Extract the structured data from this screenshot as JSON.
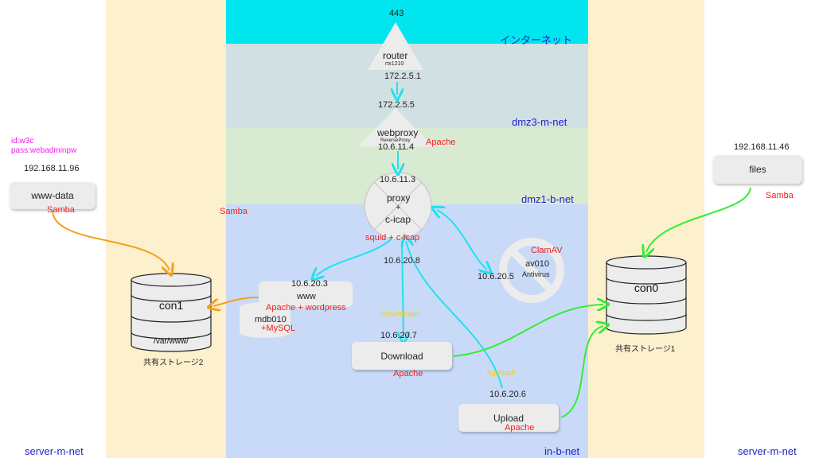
{
  "zones": {
    "internet": "インターネット",
    "dmz3": "dmz3-m-net",
    "dmz1": "dmz1-b-net",
    "inb": "in-b-net",
    "server_left": "server-m-net",
    "server_right": "server-m-net"
  },
  "router": {
    "port": "443",
    "name": "router",
    "model": "rtx1210",
    "ip_out": "172.2.5.1"
  },
  "webproxy": {
    "ip_in": "172.2.5.5",
    "name": "webproxy",
    "sub": "ReverseProxy",
    "ip_out": "10.6.11.4",
    "service": "Apache"
  },
  "proxy": {
    "ip": "10.6.11.3",
    "line1": "proxy",
    "line2": "+",
    "line3": "c-icap",
    "service": "squid + c-icap",
    "ip_out": "10.6.20.8"
  },
  "av": {
    "service": "ClamAV",
    "name": "av010",
    "sub": "Antivirus",
    "ip": "10.6.20.5"
  },
  "www": {
    "ip": "10.6.20.3",
    "name": "www",
    "service": "Apache + wordpress",
    "db_name": "mdb010",
    "db_service": "+MySQL"
  },
  "download": {
    "path": "/download/",
    "ip": "10.6.20.7",
    "label": "Download",
    "service": "Apache"
  },
  "upload": {
    "path": "/upload/",
    "ip": "10.6.20.6",
    "label": "Upload",
    "service": "Apache"
  },
  "wwwdata": {
    "cred_id": "id:w3c",
    "cred_pass": "pass:webadminpw",
    "ip": "192.168.11.96",
    "label": "www-data",
    "service": "Samba"
  },
  "files": {
    "ip": "192.168.11.46",
    "label": "files",
    "service": "Samba"
  },
  "samba_mid": "Samba",
  "con1": {
    "label": "con1",
    "path": "/var/www/",
    "caption": "共有ストレージ2"
  },
  "con0": {
    "label": "con0",
    "caption": "共有ストレージ1"
  },
  "colors": {
    "internet": "#00e5ee",
    "dmz3": "#d0e0e3",
    "dmz1": "#d9ead3",
    "inb": "#c9daf8",
    "server": "#fdf0cd",
    "cyan": "#22e0ee",
    "green": "#33ee33",
    "orange": "#f5a020"
  }
}
